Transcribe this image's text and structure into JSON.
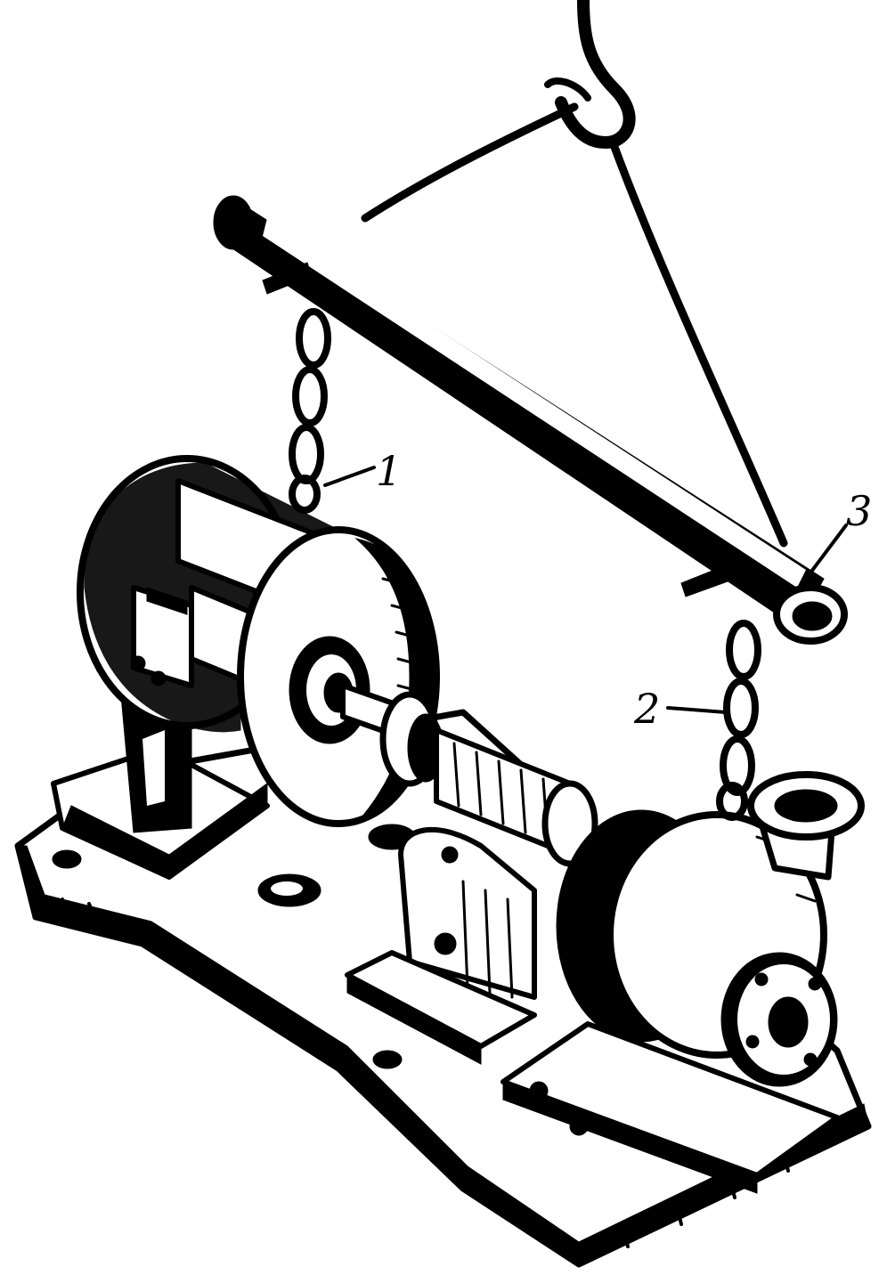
{
  "figure": {
    "callouts": [
      {
        "id": "1",
        "text": "1"
      },
      {
        "id": "2",
        "text": "2"
      },
      {
        "id": "3",
        "text": "3"
      }
    ],
    "colors": {
      "ink": "#000000",
      "paper": "#ffffff"
    },
    "icons": [
      "crane-hook-icon",
      "lifting-beam-icon",
      "chain-sling-icon",
      "electric-motor-icon",
      "centrifugal-pump-icon",
      "base-frame-icon"
    ]
  }
}
